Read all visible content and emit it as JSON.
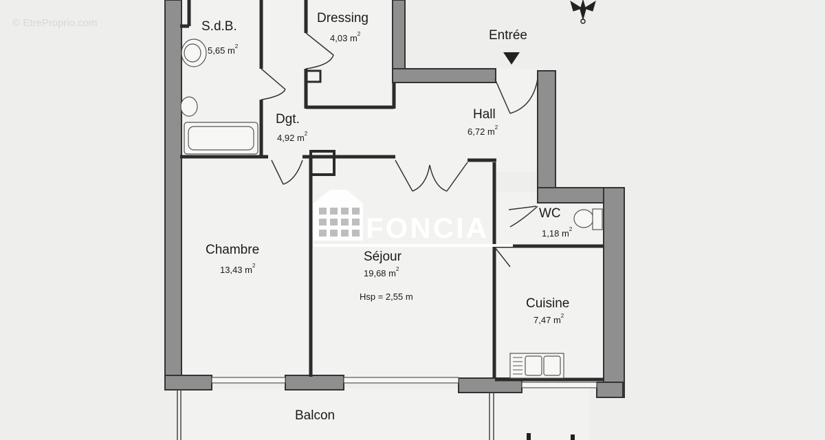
{
  "site_watermark": "© EtreProprio.com",
  "brand_watermark": "FONCIA",
  "entrance_label": "Entrée",
  "area_unit": "m",
  "area_exponent": "2",
  "ceiling_height": "Hsp = 2,55 m",
  "rooms": {
    "sdb": {
      "name": "S.d.B.",
      "area": "5,65"
    },
    "dressing": {
      "name": "Dressing",
      "area": "4,03"
    },
    "dgt": {
      "name": "Dgt.",
      "area": "4,92"
    },
    "hall": {
      "name": "Hall",
      "area": "6,72"
    },
    "wc": {
      "name": "WC",
      "area": "1,18"
    },
    "chambre": {
      "name": "Chambre",
      "area": "13,43"
    },
    "sejour": {
      "name": "Séjour",
      "area": "19,68"
    },
    "cuisine": {
      "name": "Cuisine",
      "area": "7,47"
    },
    "balcon": {
      "name": "Balcon"
    }
  },
  "colors": {
    "background": "#eeeeec",
    "wall_fill": "#8f8f8f",
    "wall_outline": "#333333",
    "partition": "#2b2b2b",
    "room_fill": "#f2f2f0",
    "watermark": "#ffffff"
  }
}
